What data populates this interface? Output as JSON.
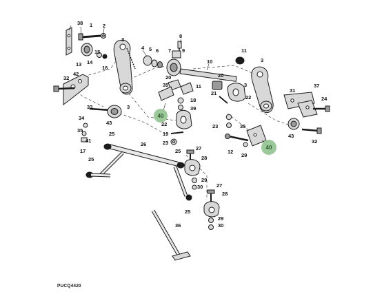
{
  "figure_code": "PUCQ4420",
  "callout_color": "#9cc89c",
  "labels": {
    "l1": "1",
    "l2": "2",
    "l3a": "3",
    "l3b": "3",
    "l3c": "3",
    "l4": "4",
    "l5": "5",
    "l6": "6",
    "l7": "7",
    "l8": "8",
    "l9": "9",
    "l10": "10",
    "l11a": "11",
    "l11b": "11",
    "l12": "12",
    "l13": "13",
    "l14": "14",
    "l15": "15",
    "l16": "16",
    "l17": "17",
    "l18": "18",
    "l19": "19",
    "l20a": "20",
    "l20b": "20",
    "l21": "21",
    "l22a": "22",
    "l22b": "22",
    "l23a": "23",
    "l23b": "23",
    "l24": "24",
    "l25a": "25",
    "l25b": "25",
    "l25c": "25",
    "l25d": "25",
    "l26": "26",
    "l27a": "27",
    "l27b": "27",
    "l28a": "28",
    "l28b": "28",
    "l29a": "29",
    "l29b": "29",
    "l29c": "29",
    "l30a": "30",
    "l30b": "30",
    "l31": "31",
    "l32a": "32",
    "l32b": "32",
    "l33": "33",
    "l34": "34",
    "l35": "35",
    "l36": "36",
    "l37": "37",
    "l38": "38",
    "l39": "39",
    "l41": "41",
    "l42": "42",
    "l43a": "43",
    "l43b": "43",
    "c40a": "40",
    "c40b": "40"
  }
}
